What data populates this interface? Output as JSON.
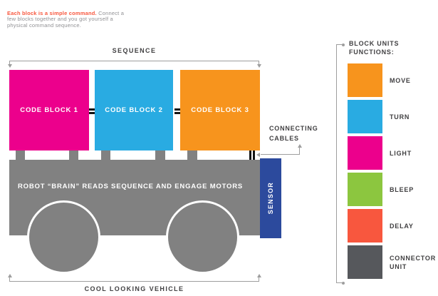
{
  "intro": {
    "highlight": "Each block is a simple command.",
    "rest": "Connect a few blocks together and you got yourself a physical command sequence."
  },
  "diagram": {
    "sequence_label": "SEQUENCE",
    "blocks": [
      {
        "label": "CODE BLOCK 1",
        "color": "#EC008C"
      },
      {
        "label": "CODE BLOCK 2",
        "color": "#29ABE2"
      },
      {
        "label": "CODE BLOCK 3",
        "color": "#F7941D"
      }
    ],
    "connecting_cables_label": "CONNECTING CABLES",
    "body_label": "ROBOT “BRAIN” READS SEQUENCE AND ENGAGE MOTORS",
    "sensor_label": "SENSOR",
    "vehicle_label": "COOL LOOKING VEHICLE"
  },
  "legend": {
    "title": "BLOCK UNITS FUNCTIONS:",
    "items": [
      {
        "label": "MOVE",
        "color": "#F7941D"
      },
      {
        "label": "TURN",
        "color": "#29ABE2"
      },
      {
        "label": "LIGHT",
        "color": "#EC008C"
      },
      {
        "label": "BLEEP",
        "color": "#8CC63F"
      },
      {
        "label": "DELAY",
        "color": "#F8573E"
      },
      {
        "label": "CONNECTOR UNIT",
        "color": "#56585C"
      }
    ]
  },
  "colors": {
    "body_gray": "#818181",
    "sensor_blue": "#2C4A9D",
    "cable_black": "#141414",
    "line_gray": "#9E9E9E",
    "highlight_red": "#F8573E",
    "text_dark": "#414042",
    "text_gray": "#919194"
  }
}
